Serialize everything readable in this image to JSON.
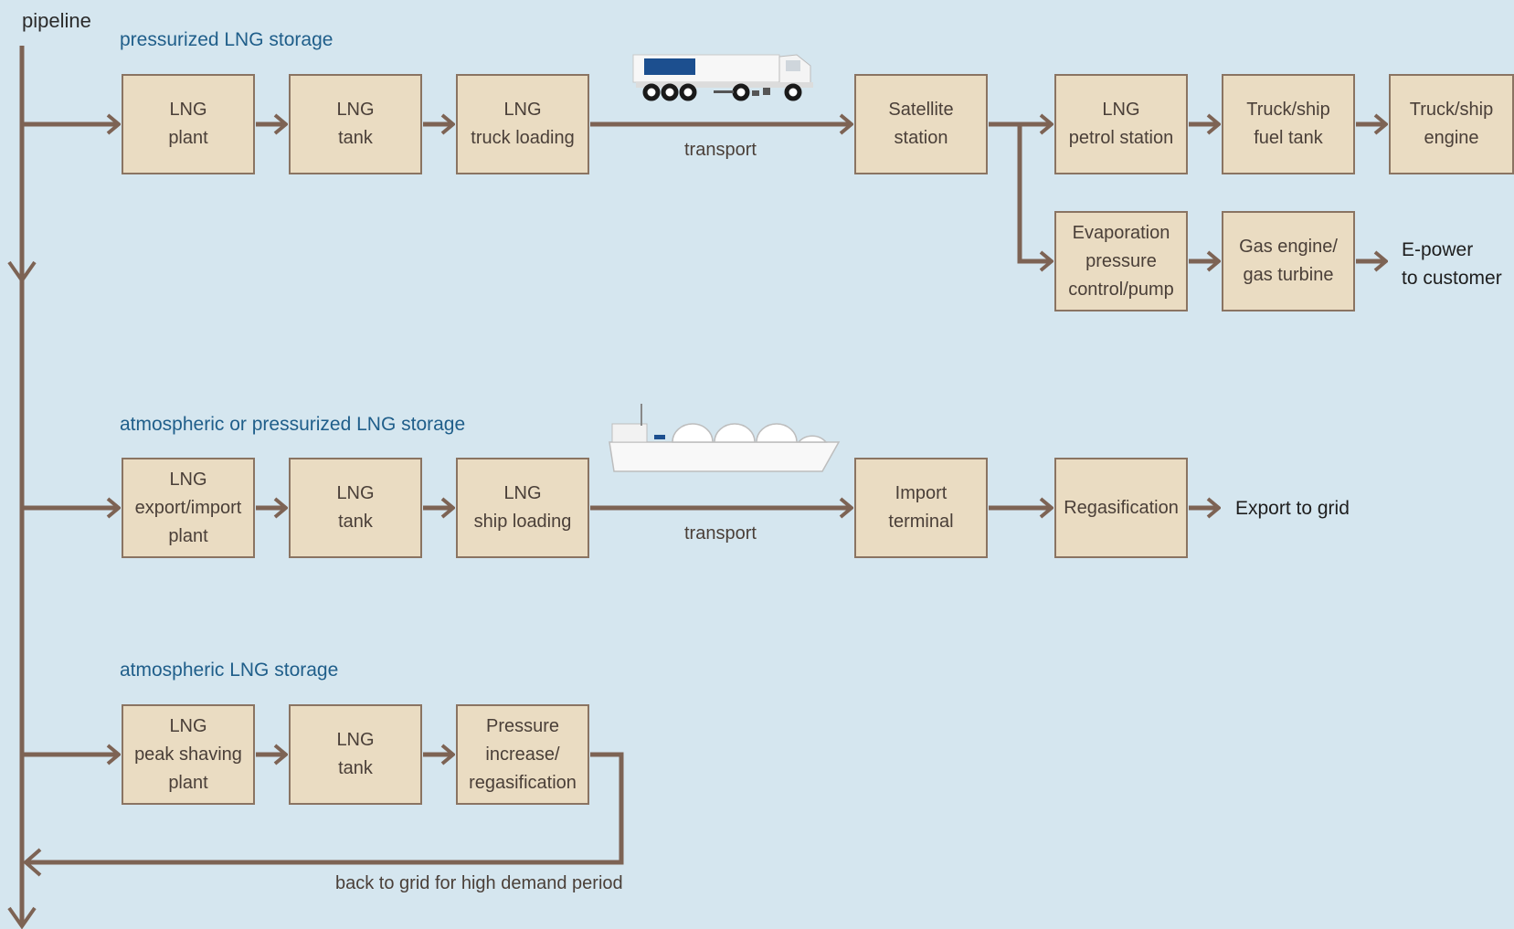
{
  "diagram": {
    "pipeline_label": "pipeline",
    "colors": {
      "background": "#d5e6ef",
      "line": "#7d6354",
      "box_fill": "#eadcc2",
      "box_border": "#8a7462",
      "section_title": "#1f5e8a",
      "box_text": "#4a3f38"
    },
    "sections": [
      {
        "title": "pressurized LNG storage",
        "boxes": [
          {
            "id": "lng-plant",
            "lines": [
              "LNG",
              "plant"
            ]
          },
          {
            "id": "lng-tank-1",
            "lines": [
              "LNG",
              "tank"
            ]
          },
          {
            "id": "lng-truck-loading",
            "lines": [
              "LNG",
              "truck loading"
            ]
          },
          {
            "id": "satellite-station",
            "lines": [
              "Satellite",
              "station"
            ]
          },
          {
            "id": "lng-petrol-station",
            "lines": [
              "LNG",
              "petrol station"
            ]
          },
          {
            "id": "truck-ship-fuel-tank",
            "lines": [
              "Truck/ship",
              "fuel tank"
            ]
          },
          {
            "id": "truck-ship-engine",
            "lines": [
              "Truck/ship",
              "engine"
            ]
          },
          {
            "id": "evaporation-pressure-control",
            "lines": [
              "Evaporation",
              "pressure",
              "control/pump"
            ]
          },
          {
            "id": "gas-engine-turbine",
            "lines": [
              "Gas engine/",
              "gas turbine"
            ]
          }
        ],
        "transport_label": "transport",
        "vehicle_icon": "truck-icon",
        "output_lines": [
          "E-power",
          "to customer"
        ]
      },
      {
        "title": "atmospheric or pressurized LNG storage",
        "boxes": [
          {
            "id": "lng-export-import-plant",
            "lines": [
              "LNG",
              "export/import",
              "plant"
            ]
          },
          {
            "id": "lng-tank-2",
            "lines": [
              "LNG",
              "tank"
            ]
          },
          {
            "id": "lng-ship-loading",
            "lines": [
              "LNG",
              "ship loading"
            ]
          },
          {
            "id": "import-terminal",
            "lines": [
              "Import",
              "terminal"
            ]
          },
          {
            "id": "regasification",
            "lines": [
              "Regasification"
            ]
          }
        ],
        "transport_label": "transport",
        "vehicle_icon": "lng-ship-icon",
        "output_lines": [
          "Export to grid"
        ]
      },
      {
        "title": "atmospheric LNG storage",
        "boxes": [
          {
            "id": "lng-peak-shaving-plant",
            "lines": [
              "LNG",
              "peak shaving",
              "plant"
            ]
          },
          {
            "id": "lng-tank-3",
            "lines": [
              "LNG",
              "tank"
            ]
          },
          {
            "id": "pressure-increase-regasification",
            "lines": [
              "Pressure",
              "increase/",
              "regasification"
            ]
          }
        ],
        "return_label": "back to grid for high demand period"
      }
    ]
  }
}
